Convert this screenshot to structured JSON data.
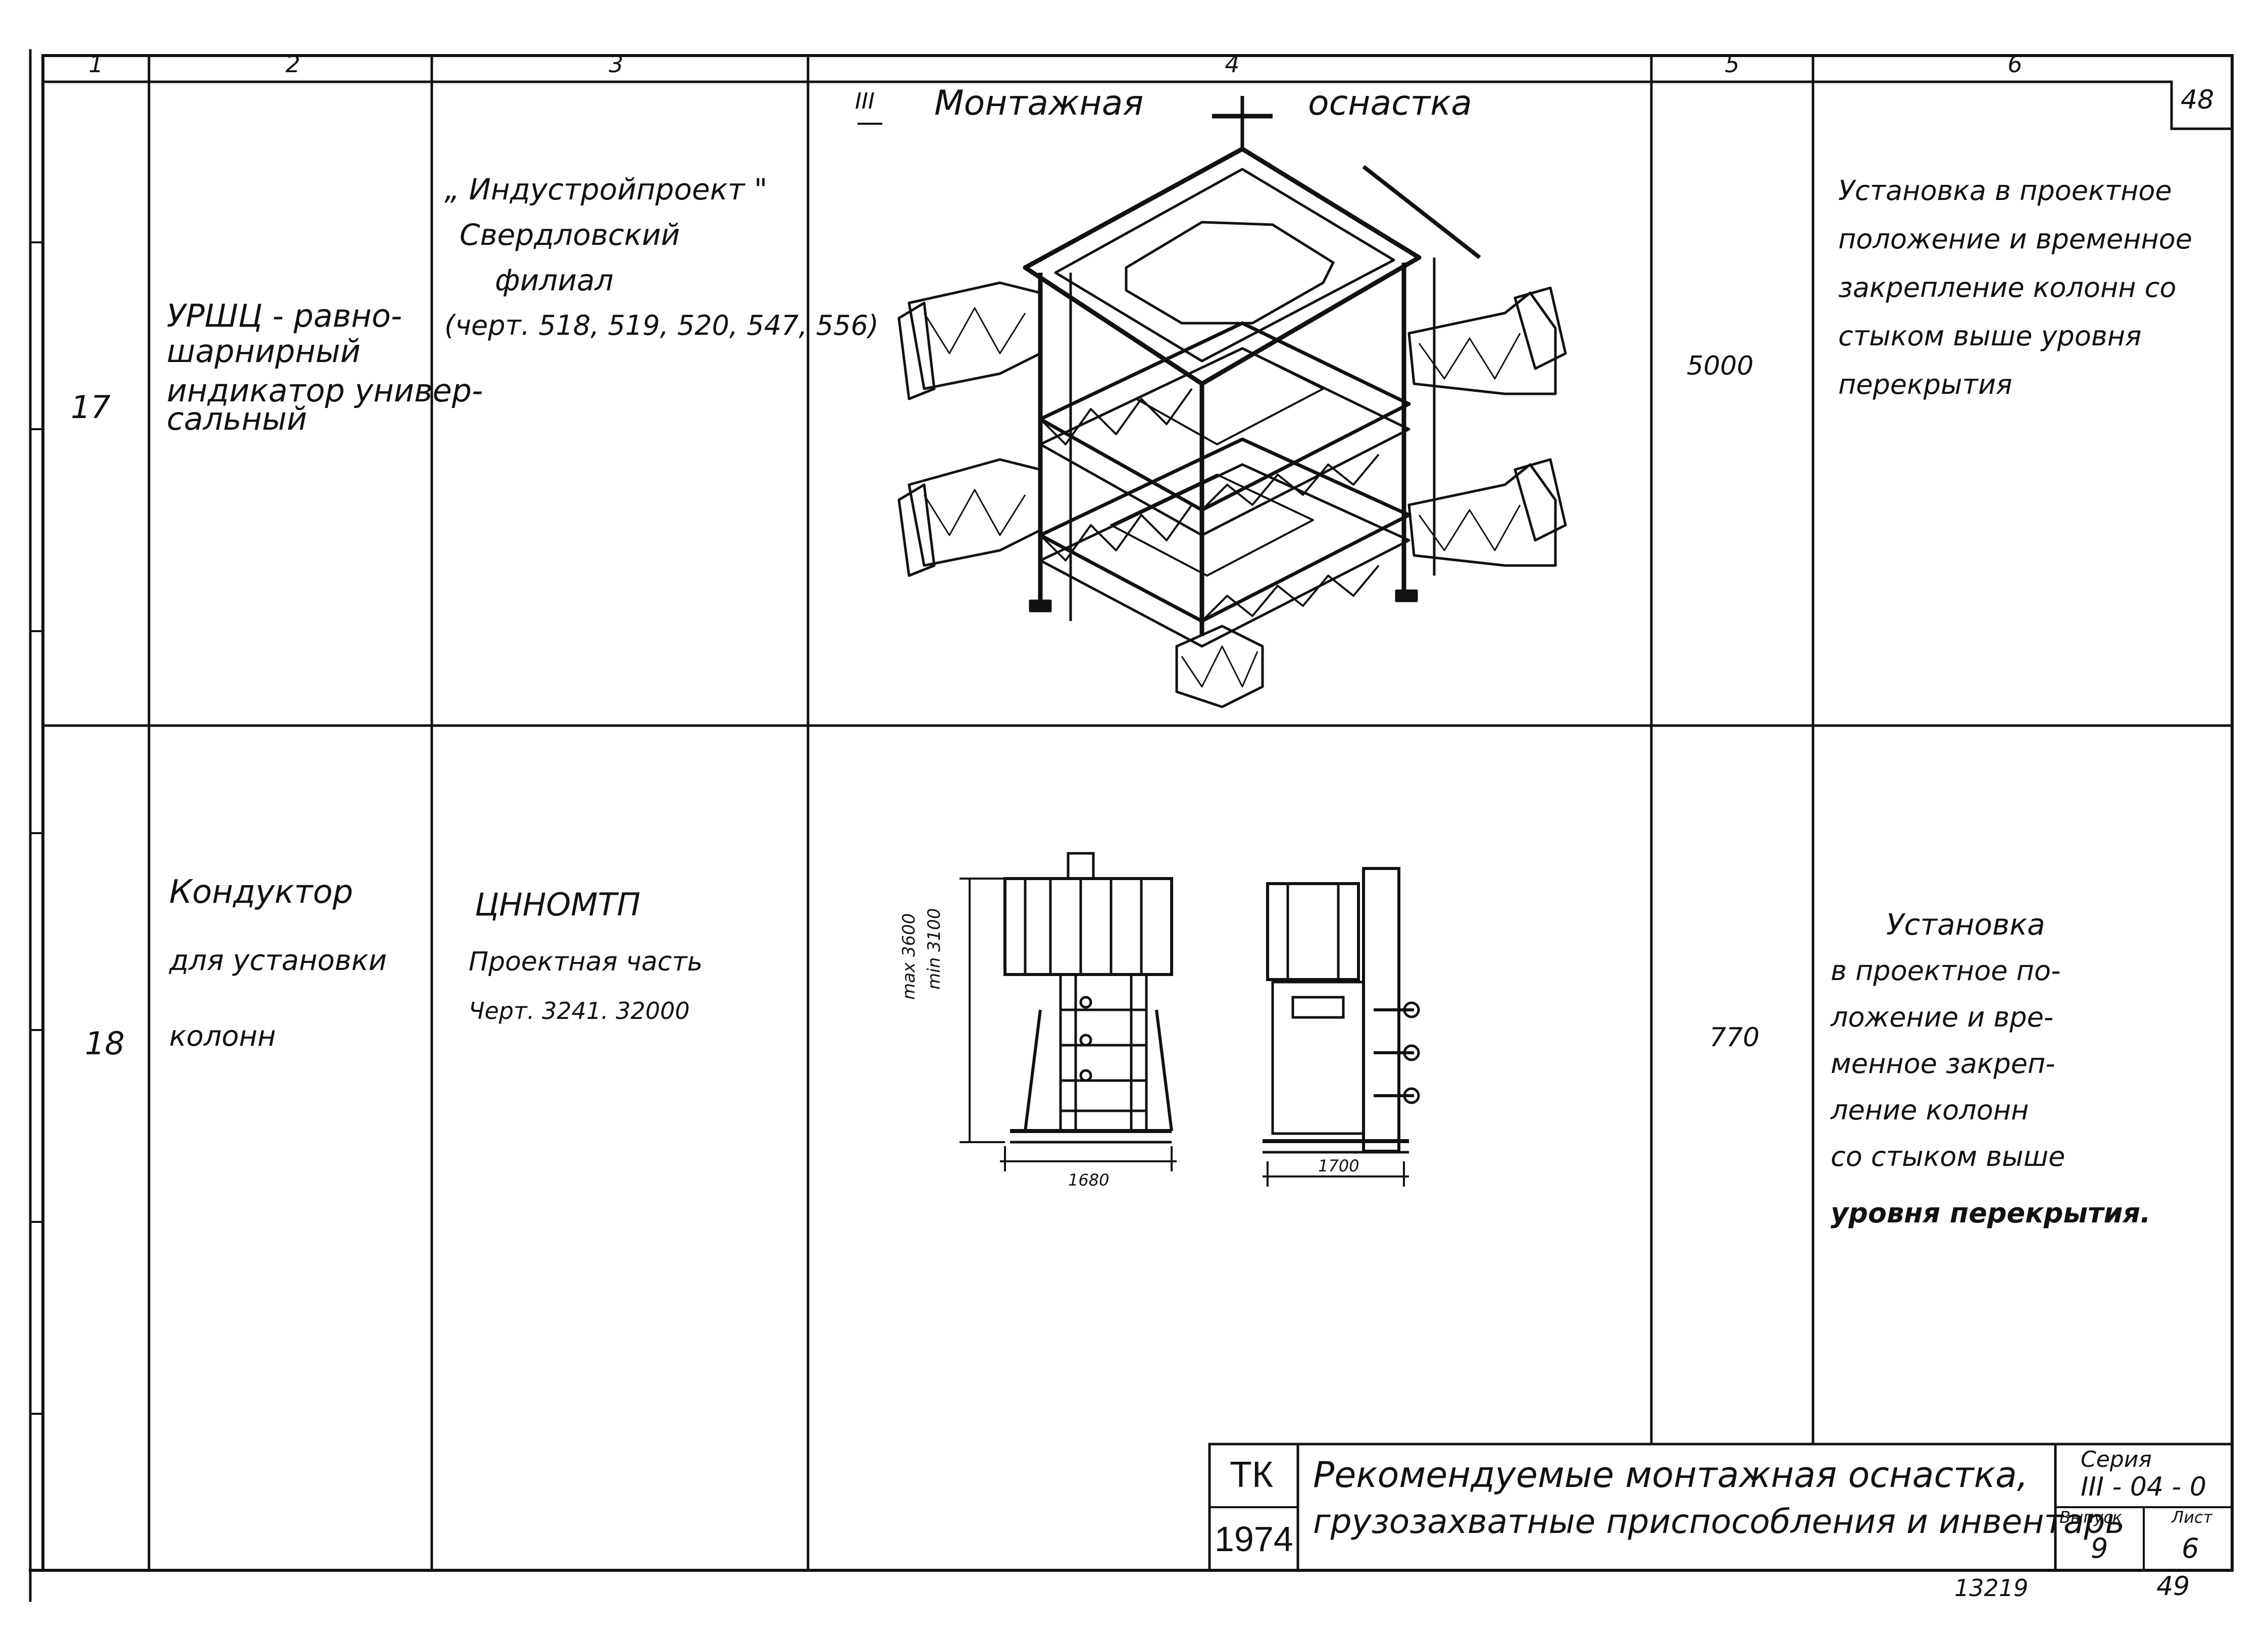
{
  "header": {
    "col_numbers": [
      "1",
      "2",
      "3",
      "4",
      "5",
      "6"
    ],
    "sheet_corner": "48"
  },
  "section": {
    "roman": "III",
    "title_left": "Монтажная",
    "title_right": "оснастка"
  },
  "rows": [
    {
      "num": "17",
      "name_lines": [
        "УРШЦ - равно-",
        "шарнирный",
        "индикатор универ-",
        "сальный"
      ],
      "source_lines": [
        "„ Индустройпроект \"",
        "Свердловский",
        "филиал",
        "(черт. 518, 519, 520, 547, 556)"
      ],
      "qty": "5000",
      "purpose_lines": [
        "Установка в проектное",
        "положение и временное",
        "закрепление колонн со",
        "стыком выше уровня",
        "перекрытия"
      ]
    },
    {
      "num": "18",
      "name_lines": [
        "Кондуктор",
        "для установки",
        "колонн"
      ],
      "source_lines": [
        "ЦННОМТП",
        "Проектная часть",
        "Черт. 3241. 32000"
      ],
      "qty": "770",
      "purpose_lines": [
        "Установка",
        "в проектное по-",
        "ложение и вре-",
        "менное закреп-",
        "ление колонн",
        "со стыком выше",
        "уровня перекрытия."
      ],
      "drawing_dims": {
        "height_max": "max 3600",
        "height_min": "min 3100",
        "width_front": "1680",
        "width_side": "1700"
      }
    }
  ],
  "title_block": {
    "tk": "ТК",
    "year": "1974",
    "title_line1": "Рекомендуемые монтажная оснастка,",
    "title_line2": "грузозахватные приспособления и инвентарь",
    "seria_label": "Серия",
    "seria_value": "III - 04 - 0",
    "vypusk_label": "Выпуск",
    "vypusk_value": "9",
    "list_label": "Лист",
    "list_value": "6"
  },
  "footer": {
    "code": "13219",
    "page": "49"
  }
}
